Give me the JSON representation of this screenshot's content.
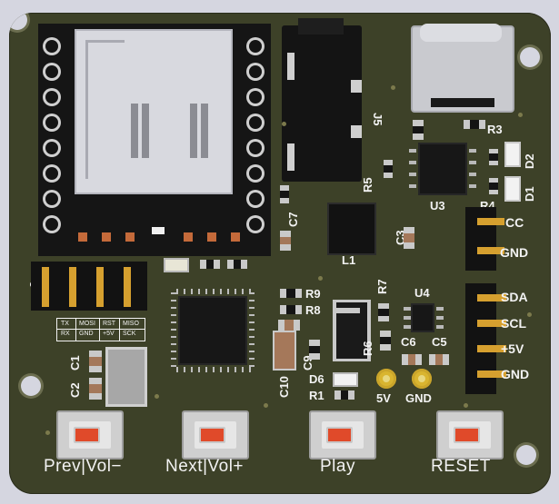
{
  "buttons": {
    "prev_label": "Prev|Vol−",
    "next_label": "Next|Vol+",
    "play_label": "Play",
    "reset_label": "RESET"
  },
  "header_left": {
    "tx": "TX",
    "mosi": "MOSI",
    "rst": "RST",
    "miso": "MISO",
    "rx": "RX",
    "gnd": "GND",
    "p5v": "+5V",
    "sck": "SCK"
  },
  "connectors": {
    "cc": "CC",
    "gnd_top": "GND",
    "sda": "SDA",
    "scl": "SCL",
    "p5v": "+5V",
    "gnd_bottom": "GND"
  },
  "test_points": {
    "tp_5v": "5V",
    "tp_gnd": "GND"
  },
  "refs": {
    "j5": "J5",
    "r3": "R3",
    "r4": "R4",
    "r5": "R5",
    "d2": "D2",
    "d1": "D1",
    "u3": "U3",
    "c7": "C7",
    "c3": "C3",
    "l1": "L1",
    "r7": "R7",
    "u4": "U4",
    "r9": "R9",
    "r8": "R8",
    "c9": "C9",
    "c10": "C10",
    "r6": "R6",
    "c6": "C6",
    "c5": "C5",
    "d6": "D6",
    "r1": "R1",
    "c1": "C1",
    "c2": "C2",
    "j_left": "J"
  },
  "colors": {
    "board": "#3d4128",
    "silk": "#f2f2f2",
    "background": "#d5d6e0",
    "button_cap": "#e04a2a",
    "test_pad": "#d9b530"
  }
}
